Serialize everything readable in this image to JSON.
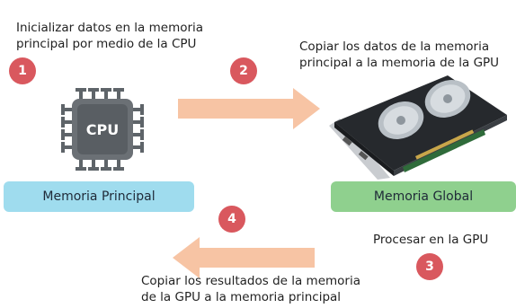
{
  "steps": {
    "s1": {
      "num": "1",
      "text_line1": "Inicializar datos en la memoria",
      "text_line2": "principal por medio de la CPU"
    },
    "s2": {
      "num": "2",
      "text_line1": "Copiar los datos de la memoria",
      "text_line2": "principal a la memoria de la GPU"
    },
    "s3": {
      "num": "3",
      "text": "Procesar en la GPU"
    },
    "s4": {
      "num": "4",
      "text_line1": "Copiar los resultados de la memoria",
      "text_line2": "de la GPU a la memoria principal"
    }
  },
  "cpu": {
    "chip_label": "CPU"
  },
  "boxes": {
    "main_memory": "Memoria Principal",
    "global_memory": "Memoria Global"
  },
  "colors": {
    "step_badge": "#d9585e",
    "arrow": "#f7c4a4",
    "main_memory_box": "#9fdcee",
    "global_memory_box": "#8fd08e"
  }
}
